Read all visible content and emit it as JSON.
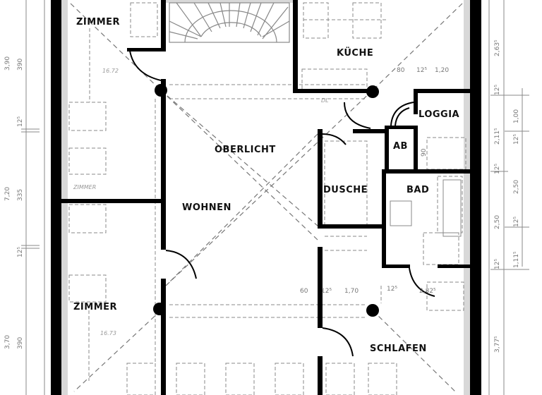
{
  "plan": {
    "rooms": [
      {
        "id": "zimmer-top",
        "label": "ZIMMER"
      },
      {
        "id": "kueche",
        "label": "KÜCHE"
      },
      {
        "id": "loggia",
        "label": "LOGGIA"
      },
      {
        "id": "ab",
        "label": "AB"
      },
      {
        "id": "oberlicht",
        "label": "OBERLICHT"
      },
      {
        "id": "dusche",
        "label": "DUSCHE"
      },
      {
        "id": "bad",
        "label": "BAD"
      },
      {
        "id": "wohnen",
        "label": "WOHNEN"
      },
      {
        "id": "zimmer-bottom",
        "label": "ZIMMER"
      },
      {
        "id": "schlafen",
        "label": "SCHLAFEN"
      }
    ],
    "faint_notes": {
      "zimmer_top_area": "16.72",
      "zimmer_mid": "ZIMMER",
      "zimmer_bottom_area": "16.73",
      "kitchen_dl": "DL"
    },
    "dimensions": {
      "left": {
        "d1a": "3,90",
        "d1b": "390",
        "d2": "12⁵",
        "d3a": "7,20",
        "d3b": "335",
        "d4": "12⁵",
        "d5a": "3,70",
        "d5b": "390"
      },
      "right_outer": {
        "d1": "2,63⁵",
        "d2": "12⁵",
        "d3": "2,11⁵",
        "d4": "12⁵",
        "d5": "2,50",
        "d6": "12⁵",
        "d7": "3,77⁵"
      },
      "right_inner": {
        "d1": "1,00",
        "d2": "12⁵",
        "d3": "2,50",
        "d4": "12⁵",
        "d5": "1,11⁵"
      },
      "kitchen": {
        "d1": "80",
        "d2": "12⁵",
        "d3": "1,20"
      },
      "schlafen": {
        "d1": "60",
        "d2": "12⁵",
        "d3": "1,70",
        "d4": "12⁵",
        "d5": "2,82⁵"
      },
      "loggia_small": "90"
    }
  }
}
